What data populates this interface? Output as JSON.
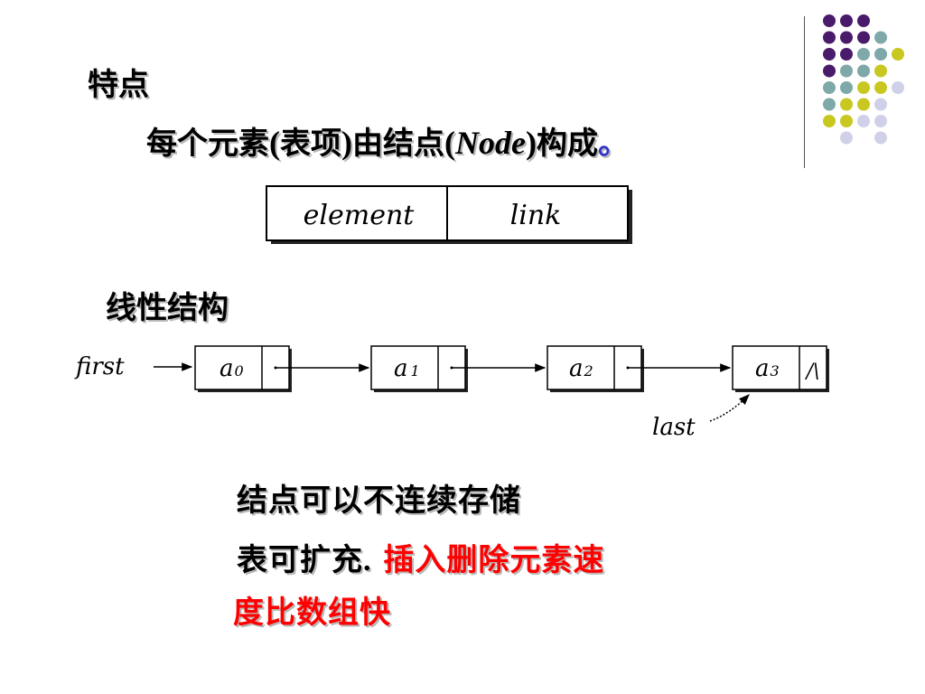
{
  "heading1": "特点",
  "line1": {
    "text_a": "每个元素",
    "paren_open": "(",
    "text_b": "表项",
    "paren_close": ")",
    "text_c": "由结点",
    "node_open": "(",
    "node_word": "Node",
    "node_close": ")",
    "text_d": "构成",
    "period": "。"
  },
  "node_structure": {
    "field1": "element",
    "field2": "link"
  },
  "heading2": "线性结构",
  "linked_list": {
    "first_label": "first",
    "last_label": "last",
    "nodes": [
      {
        "base": "a",
        "sub": "0"
      },
      {
        "base": "a",
        "sub": "1"
      },
      {
        "base": "a",
        "sub": "2"
      },
      {
        "base": "a",
        "sub": "3"
      }
    ],
    "null_symbol": "/\\"
  },
  "line3": "结点可以不连续存储",
  "line4": {
    "text": "表可扩充",
    "dot": ".",
    "red_text": "插入删除元素速"
  },
  "line5": "度比数组快",
  "colors": {
    "highlight": "#ff0000",
    "purple": "#4a1a6b",
    "teal": "#7fa8a8",
    "olive": "#c8c820",
    "lavender": "#d0d0e8"
  }
}
